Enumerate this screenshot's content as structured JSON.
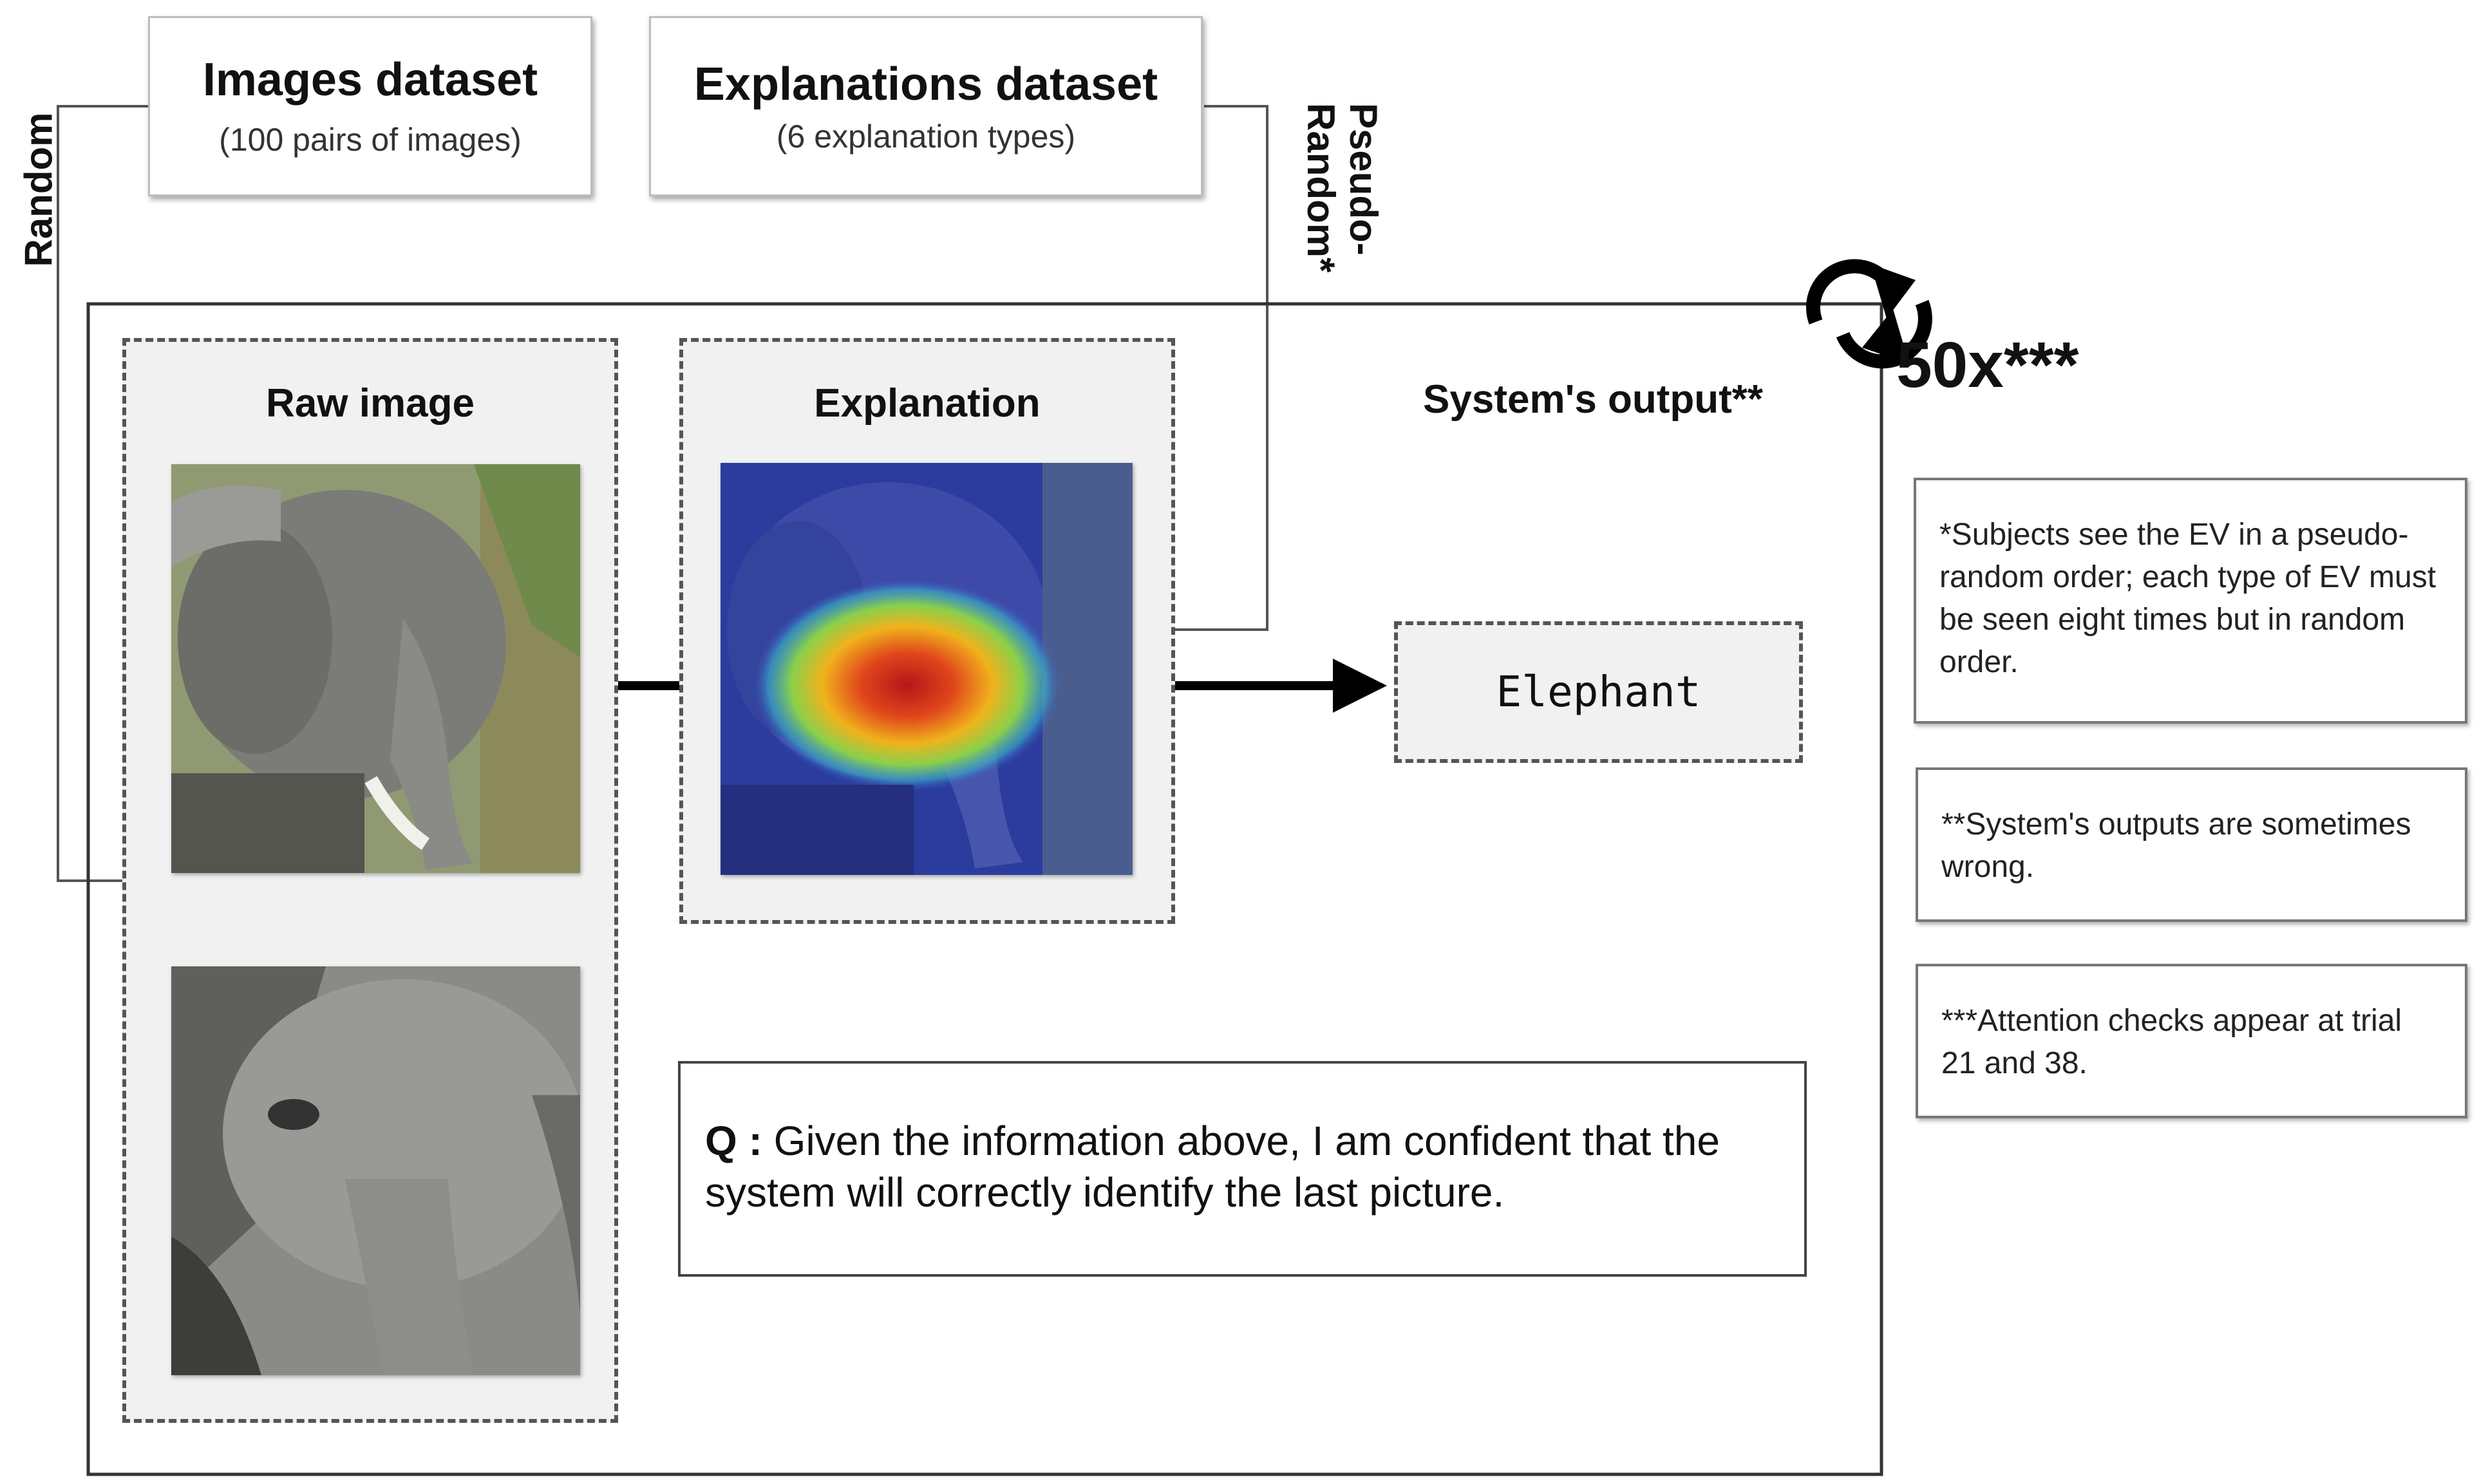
{
  "images_dataset": {
    "title": "Images dataset",
    "subtitle": "(100 pairs of images)"
  },
  "explanations_dataset": {
    "title": "Explanations dataset",
    "subtitle": "(6 explanation types)"
  },
  "side_labels": {
    "random": "Random",
    "pseudo_random_line1": "Pseudo-",
    "pseudo_random_line2": "Random*"
  },
  "repeat_label": "50x***",
  "panels": {
    "raw_image": "Raw image",
    "explanation": "Explanation",
    "system_output": "System's output**"
  },
  "output_value": "Elephant",
  "question": {
    "prefix": "Q :",
    "text": "Given the information above, I am confident that the system will correctly identify the last picture."
  },
  "notes": [
    "*Subjects see the EV in a pseudo-random order; each type of EV must be seen eight times but in random order.",
    "**System's outputs are sometimes wrong.",
    "***Attention checks appear at trial 21 and 38."
  ],
  "colors": {
    "panel_bg": "#f1f1f1",
    "dashed_border": "#555555",
    "heatmap_hot": "#d62a1a",
    "heatmap_cool": "#2a3fb8"
  }
}
